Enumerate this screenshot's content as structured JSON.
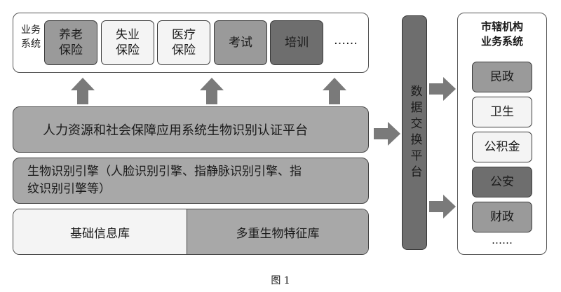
{
  "business_systems": {
    "title": "业务\n系统",
    "services": [
      {
        "label": "养老\n保险",
        "shade": "mid"
      },
      {
        "label": "失业\n保险",
        "shade": "lite"
      },
      {
        "label": "医疗\n保险",
        "shade": "lite"
      },
      {
        "label": "考试",
        "shade": "mid"
      },
      {
        "label": "培训",
        "shade": "dark"
      }
    ],
    "ellipsis": "……"
  },
  "platform": {
    "label": "人力资源和社会保障应用系统生物识别认证平台"
  },
  "engine": {
    "label": "生物识别引擎（人脸识别引擎、指静脉识别引擎、指\n纹识别引擎等）"
  },
  "databases": {
    "basic": "基础信息库",
    "biometric": "多重生物特征库"
  },
  "exchange": {
    "label": "数据交换平台"
  },
  "city_systems": {
    "title": "市辖机构\n业务系统",
    "departments": [
      {
        "label": "民政",
        "shade": "mid"
      },
      {
        "label": "卫生",
        "shade": "lite"
      },
      {
        "label": "公积金",
        "shade": "lite"
      },
      {
        "label": "公安",
        "shade": "dark"
      },
      {
        "label": "财政",
        "shade": "mid"
      }
    ],
    "ellipsis": "……"
  },
  "caption": "图 1",
  "colors": {
    "arrow": "#7a7a7a",
    "dark_gray": "#6e6e6e",
    "mid_gray": "#9a9a9a",
    "light_gray": "#f4f4f4"
  }
}
